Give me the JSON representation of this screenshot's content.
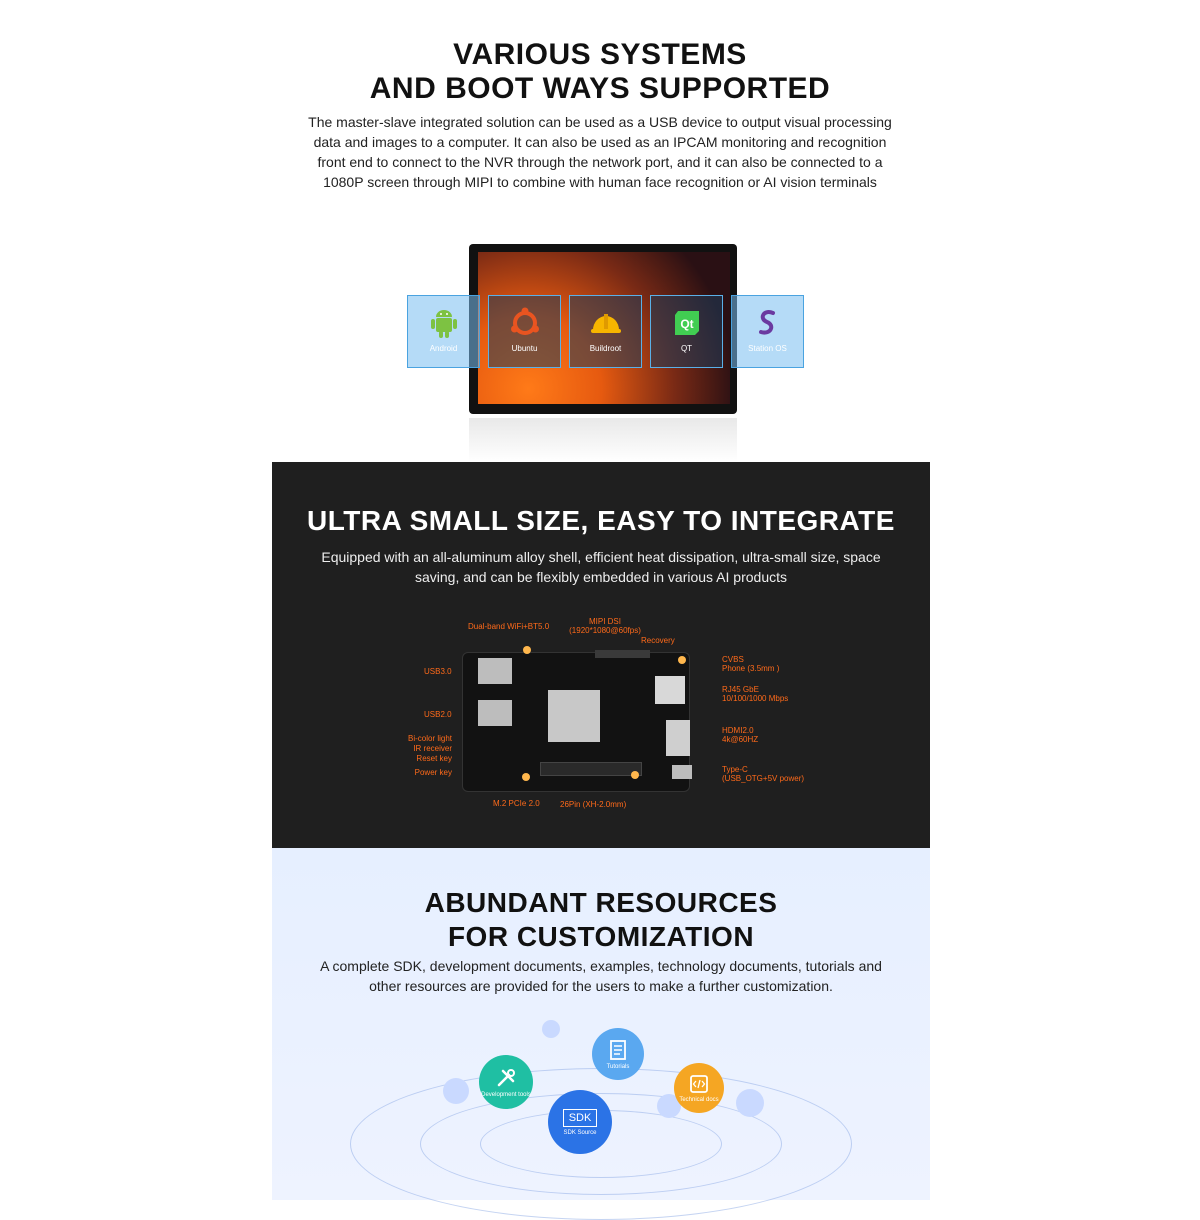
{
  "section1": {
    "title_line1": "VARIOUS SYSTEMS",
    "title_line2": "AND BOOT WAYS SUPPORTED",
    "description": "The master-slave integrated solution can be used as a USB device to output visual processing data and images to a computer. It can also be used as an IPCAM monitoring and recognition front end to connect to the NVR through the network port, and it can also be connected to a 1080P screen through MIPI to combine with human face recognition or AI vision terminals",
    "os_tiles": [
      {
        "label": "Android",
        "icon": "android-icon"
      },
      {
        "label": "Ubuntu",
        "icon": "ubuntu-icon"
      },
      {
        "label": "Buildroot",
        "icon": "hardhat-icon"
      },
      {
        "label": "QT",
        "icon": "qt-icon"
      },
      {
        "label": "Station OS",
        "icon": "station-os-icon"
      }
    ]
  },
  "section2": {
    "title": "ULTRA SMALL SIZE, EASY TO INTEGRATE",
    "description": "Equipped with an all-aluminum alloy shell, efficient heat dissipation, ultra-small size, space saving, and can be flexibly embedded in various AI products",
    "labels": {
      "wifi": "Dual-band WiFi+BT5.0",
      "mipi1": "MIPI DSI",
      "mipi2": "(1920*1080@60fps)",
      "recovery": "Recovery",
      "cvbs1": "CVBS",
      "cvbs2": "Phone (3.5mm )",
      "rj45_1": "RJ45 GbE",
      "rj45_2": "10/100/1000 Mbps",
      "hdmi1": "HDMI2.0",
      "hdmi2": "4k@60HZ",
      "typec1": "Type-C",
      "typec2": "(USB_OTG+5V power)",
      "usb3": "USB3.0",
      "usb2": "USB2.0",
      "bicolor": "Bi-color light",
      "ir": "IR receiver",
      "reset": "Reset key",
      "power": "Power key",
      "m2": "M.2 PCIe 2.0",
      "pin26": "26Pin (XH-2.0mm)"
    }
  },
  "section3": {
    "title_line1": "ABUNDANT RESOURCES",
    "title_line2": "FOR CUSTOMIZATION",
    "description": "A complete SDK, development documents, examples, technology documents, tutorials and other resources are provided for the users to make a further customization.",
    "resources": {
      "dev_tools": "Development tools",
      "tutorials": "Tutorials",
      "tech_docs": "Technical docs",
      "sdk_icon_text": "SDK",
      "sdk_source": "SDK Source"
    },
    "colors": {
      "dev": "#1fbfa3",
      "tut": "#5aa8f0",
      "tech": "#f5a623",
      "sdk": "#2b73e6"
    }
  }
}
